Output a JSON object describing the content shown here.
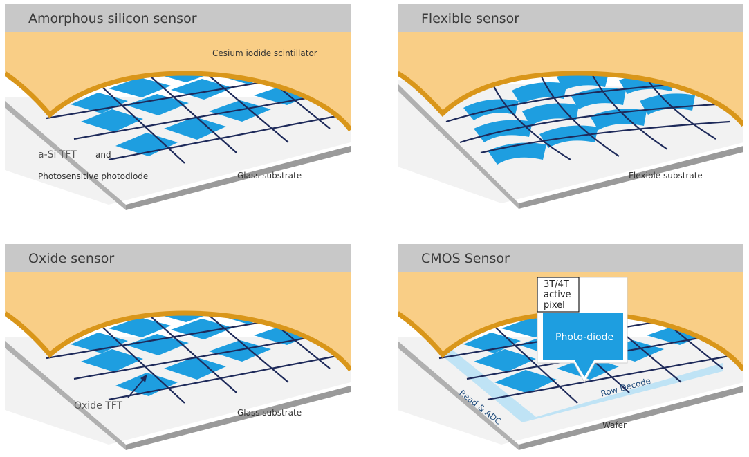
{
  "panels": {
    "amorphous": {
      "title": "Amorphous silicon sensor",
      "scintillator": "Cesium iodide scintillator",
      "tft_label": "a-Si TFT",
      "and_label": "and",
      "photodiode_label": "Photosensitive photodiode",
      "substrate": "Glass substrate"
    },
    "flexible": {
      "title": "Flexible sensor",
      "substrate": "Flexible substrate"
    },
    "oxide": {
      "title": "Oxide sensor",
      "tft_label": "Oxide TFT",
      "substrate": "Glass substrate"
    },
    "cmos": {
      "title": "CMOS Sensor",
      "pixel_label_1": "3T/4T",
      "pixel_label_2": "active",
      "pixel_label_3": "pixel",
      "photodiode": "Photo-diode",
      "read_adc": "Read & ADC",
      "row_decode": "Row Decode",
      "substrate": "Wafer"
    }
  },
  "colors": {
    "header": "#c8c8c8",
    "scintillator": "#f9ce86",
    "scintillator_edge": "#d9961a",
    "pixel": "#1e9ee0",
    "line": "#1e2a5a",
    "substrate_top": "#f2f2f2",
    "substrate_side": "#b5b5b5"
  }
}
